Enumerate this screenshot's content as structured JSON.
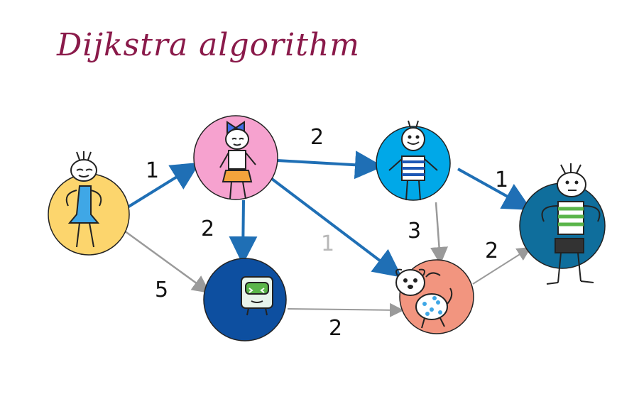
{
  "diagram": {
    "title": "Dijkstra algorithm",
    "colors": {
      "title": "#8a1a4a",
      "highlight_edge": "#1f6fb5",
      "normal_edge": "#9a9a9a",
      "node_yellow": "#fcd56d",
      "node_pink": "#f6a2cf",
      "node_cyan": "#00a8e8",
      "node_navy": "#0d4fa0",
      "node_salmon": "#f2957f",
      "node_teal": "#0f6e9c"
    },
    "weights": {
      "w1": "1",
      "w2": "2",
      "w3": "2",
      "w4": "1",
      "w5": "5",
      "w6": "1",
      "w7": "3",
      "w8": "2",
      "w9": "2"
    }
  }
}
